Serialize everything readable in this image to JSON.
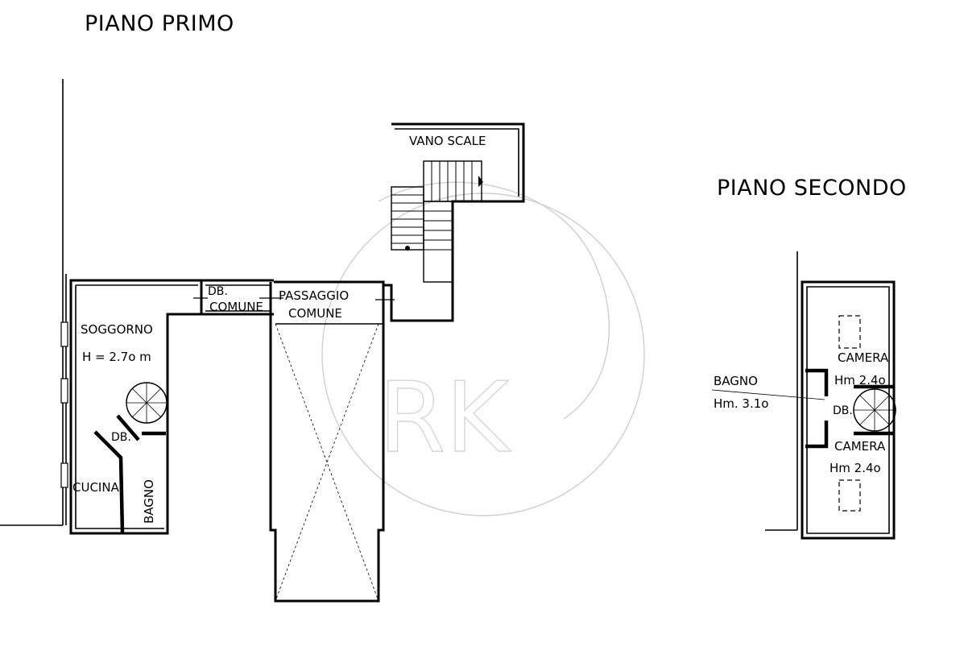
{
  "floors": {
    "first": {
      "title": "PIANO PRIMO",
      "rooms": {
        "soggiorno": "SOGGORNO",
        "height": "H = 2.7o m",
        "db_left": "DB.",
        "cucina": "CUCINA",
        "bagno": "BAGNO",
        "db_comune": "DB.",
        "comune_1": "COMUNE",
        "passaggio": "PASSAGGIO",
        "comune_2": "COMUNE",
        "vano_scale": "VANO SCALE"
      }
    },
    "second": {
      "title": "PIANO SECONDO",
      "rooms": {
        "camera_top": "CAMERA",
        "camera_top_h": "Hm 2.4o",
        "bagno": "BAGNO",
        "bagno_h": "Hm. 3.1o",
        "db": "DB.",
        "camera_bottom": "CAMERA",
        "camera_bottom_h": "Hm 2.4o"
      }
    }
  },
  "watermark": "RK"
}
